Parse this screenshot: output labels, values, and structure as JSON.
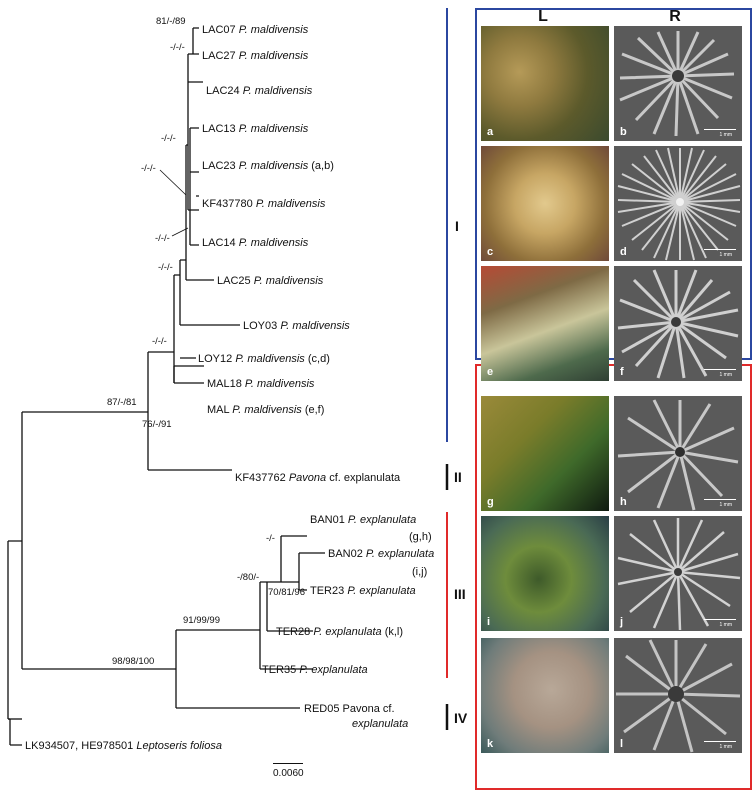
{
  "tips": [
    {
      "id": "LAC07",
      "species": "P. maldivensis",
      "suffix": ""
    },
    {
      "id": "LAC27",
      "species": "P. maldivensis",
      "suffix": ""
    },
    {
      "id": "LAC24",
      "species": "P. maldivensis",
      "suffix": ""
    },
    {
      "id": "LAC13",
      "species": "P. maldivensis",
      "suffix": ""
    },
    {
      "id": "LAC23",
      "species": "P. maldivensis",
      "suffix": "(a,b)"
    },
    {
      "id": "KF437780",
      "species": "P. maldivensis",
      "suffix": ""
    },
    {
      "id": "LAC14",
      "species": "P. maldivensis",
      "suffix": ""
    },
    {
      "id": "LAC25",
      "species": "P. maldivensis",
      "suffix": ""
    },
    {
      "id": "LOY03",
      "species": "P. maldivensis",
      "suffix": ""
    },
    {
      "id": "LOY12",
      "species": "P. maldivensis",
      "suffix": "(c,d)"
    },
    {
      "id": "MAL18",
      "species": "P. maldivensis",
      "suffix": ""
    },
    {
      "id": "MAL",
      "species": "P. maldivensis",
      "suffix": "(e,f)"
    },
    {
      "id": "KF437762",
      "species": "Pavona",
      "suffix": "cf. explanulata"
    },
    {
      "id": "BAN01",
      "species": "P. explanulata",
      "suffix": "",
      "line2": "(g,h)"
    },
    {
      "id": "BAN02",
      "species": "P. explanulata",
      "suffix": "",
      "line2": "(i,j)"
    },
    {
      "id": "TER23",
      "species": "P. explanulata",
      "suffix": ""
    },
    {
      "id": "TER28",
      "species": "P. explanulata",
      "suffix": "(k,l)"
    },
    {
      "id": "TER35",
      "species": "P. explanulata",
      "suffix": ""
    },
    {
      "id": "RED05",
      "species": "Pavona",
      "suffix": "cf.",
      "line2": "explanulata"
    },
    {
      "id": "LK934507, HE978501",
      "species": "Leptoseris foliosa",
      "suffix": ""
    }
  ],
  "support": {
    "s1": "81/-/89",
    "s2": "-/-/-",
    "s3": "-/-/-",
    "s4": "-/-/-",
    "s5": "-/-/-",
    "s6": "-/-/-",
    "s7": "-/-/-",
    "s8": "87/-/81",
    "s9": "76/-/91",
    "s10": "-/-",
    "s11": "-/80/-",
    "s12": "70/81/96",
    "s13": "91/99/99",
    "s14": "98/98/100"
  },
  "clades": [
    "I",
    "II",
    "III",
    "IV"
  ],
  "clade_colors": {
    "I": "#2b47a0",
    "III": "#e02a2a"
  },
  "panel_headers": {
    "left": "L",
    "right": "R"
  },
  "panels": [
    {
      "photo": "a",
      "sem": "b",
      "sem_scale": "1 mm"
    },
    {
      "photo": "c",
      "sem": "d",
      "sem_scale": "1 mm"
    },
    {
      "photo": "e",
      "sem": "f",
      "sem_scale": "1 mm"
    },
    {
      "photo": "g",
      "sem": "h",
      "sem_scale": "1 mm"
    },
    {
      "photo": "i",
      "sem": "j",
      "sem_scale": "1 mm"
    },
    {
      "photo": "k",
      "sem": "l",
      "sem_scale": "1 mm"
    }
  ],
  "scale_bar": "0.0060"
}
